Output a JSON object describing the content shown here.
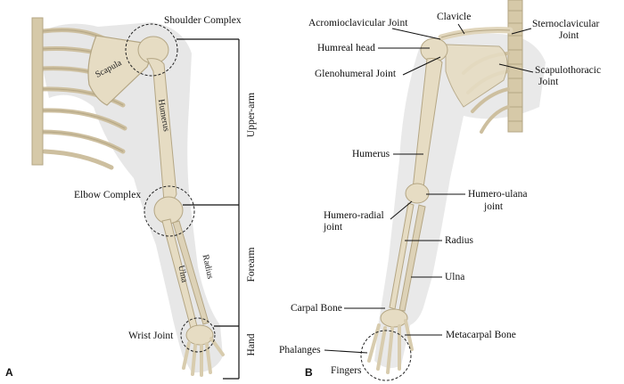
{
  "panel_a": {
    "panel_label": "A",
    "region_labels": {
      "shoulder_complex": "Shoulder Complex",
      "elbow_complex": "Elbow Complex",
      "wrist_joint": "Wrist Joint"
    },
    "bone_labels": {
      "scapula": "Scapula",
      "humerus": "Humerus",
      "radius": "Radius",
      "ulna": "Ulna"
    },
    "segment_labels": {
      "upper_arm": "Upper-arm",
      "forearm": "Forearm",
      "hand": "Hand"
    }
  },
  "panel_b": {
    "panel_label": "B",
    "labels": {
      "acromioclavicular_joint": "Acromioclavicular Joint",
      "clavicle": "Clavicle",
      "sternoclavicular_joint_1": "Sternoclavicular",
      "sternoclavicular_joint_2": "Joint",
      "humeral_head": "Humreal head",
      "glenohumeral_joint": "Glenohumeral Joint",
      "scapulothoracic_joint_1": "Scapulothoracic",
      "scapulothoracic_joint_2": "Joint",
      "humerus": "Humerus",
      "humero_ulnar_joint_1": "Humero-ulana",
      "humero_ulnar_joint_2": "joint",
      "humero_radial_joint_1": "Humero-radial",
      "humero_radial_joint_2": "joint",
      "radius": "Radius",
      "ulna": "Ulna",
      "carpal_bone": "Carpal Bone",
      "metacarpal_bone": "Metacarpal Bone",
      "phalanges": "Phalanges",
      "fingers": "Fingers"
    }
  },
  "colors": {
    "bone": "#e6dcc3",
    "bone_shade": "#c9bd9f",
    "skin_ghost": "#d4d4d4",
    "line": "#111111"
  }
}
